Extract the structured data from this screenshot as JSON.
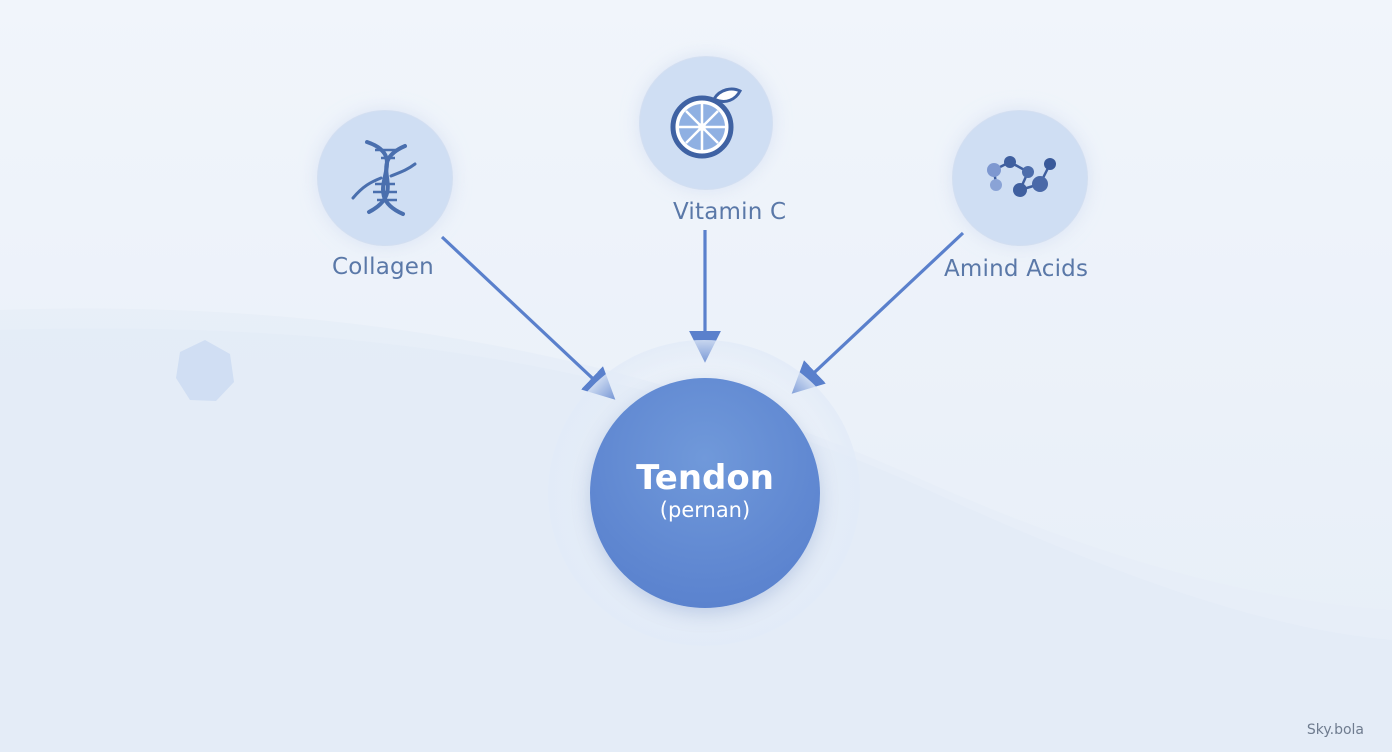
{
  "nodes": {
    "collagen": {
      "label": "Collagen",
      "icon": "dna-icon"
    },
    "vitamin_c": {
      "label": "Vitamin C",
      "icon": "citrus-slice-icon"
    },
    "amino_acids": {
      "label": "Amind Acids",
      "icon": "molecule-icon"
    }
  },
  "center": {
    "title": "Tendon",
    "subtitle": "(pernan)"
  },
  "watermark": "Sky.bola",
  "colors": {
    "accent": "#5a80cc",
    "node_fill": "#cfdef3",
    "label_text": "#5a78a8",
    "icon": "#4a6fae",
    "background": "#eef3fa"
  }
}
